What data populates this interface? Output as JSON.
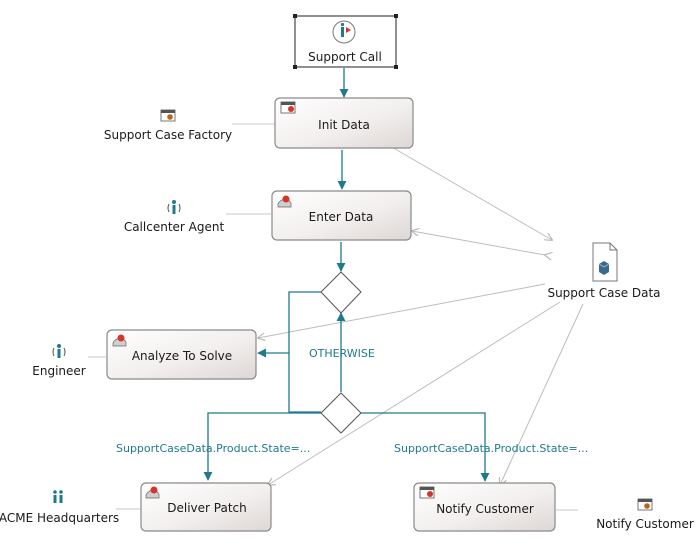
{
  "start_event": {
    "label": "Support Call"
  },
  "activities": {
    "init_data": {
      "label": "Init Data"
    },
    "enter_data": {
      "label": "Enter Data"
    },
    "analyze_to_solve": {
      "label": "Analyze To Solve"
    },
    "deliver_patch": {
      "label": "Deliver Patch"
    },
    "notify_customer": {
      "label": "Notify Customer"
    }
  },
  "participants": {
    "support_case_factory": {
      "label": "Support Case Factory",
      "icon": "application-icon"
    },
    "callcenter_agent": {
      "label": "Callcenter Agent",
      "icon": "role-icon"
    },
    "engineer": {
      "label": "Engineer",
      "icon": "role-icon"
    },
    "acme_headquarters": {
      "label": "ACME Headquarters",
      "icon": "organization-icon"
    },
    "notify_customer_app": {
      "label": "Notify Customer",
      "icon": "application-icon"
    }
  },
  "data": {
    "support_case_data": {
      "label": "Support Case Data",
      "icon": "document-icon"
    }
  },
  "transitions": {
    "otherwise": "OTHERWISE",
    "deliver_condition": "SupportCaseData.Product.State=...",
    "notify_condition": "SupportCaseData.Product.State=..."
  },
  "colors": {
    "control_flow": "#1f7a8c",
    "data_flow": "#bdbdbd",
    "association": "#bdbdbd",
    "activity_border": "#8a8a8a"
  }
}
